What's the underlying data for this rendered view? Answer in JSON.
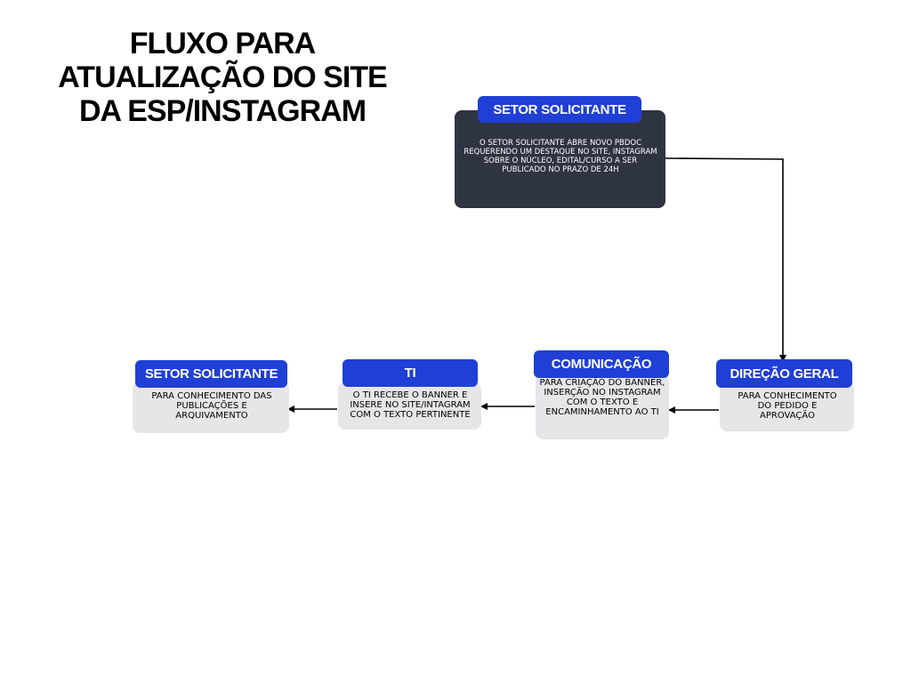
{
  "title": "FLUXO PARA ATUALIZAÇÃO DO SITE DA ESP/INSTAGRAM",
  "nodes": [
    {
      "label": "SETOR SOLICITANTE",
      "text": "O SETOR SOLICITANTE ABRE NOVO PBDOC REQUERENDO UM DESTAQUE NO SITE, INSTAGRAM SOBRE  O NÚCLEO,  EDITAL/CURSO A SER PUBLICADO  NO PRAZO DE 24H"
    },
    {
      "label": "DIREÇÃO GERAL",
      "text": "PARA CONHECIMENTO DO PEDIDO E APROVAÇÃO"
    },
    {
      "label": "COMUNICAÇÃO",
      "text": "PARA CRIAÇÃO DO BANNER, INSERÇÃO NO INSTAGRAM COM O TEXTO E ENCAMINHAMENTO AO TI"
    },
    {
      "label": "TI",
      "text": "O TI RECEBE O BANNER E INSERE NO SITE/INTAGRAM COM O TEXTO PERTINENTE"
    },
    {
      "label": "SETOR SOLICITANTE",
      "text": "PARA CONHECIMENTO DAS PUBLICAÇÕES E ARQUIVAMENTO"
    }
  ],
  "colors": {
    "accent": "#1f3fd6",
    "dark_box": "#2f3443",
    "light_box": "#e6e6e8",
    "arrow": "#000000"
  }
}
